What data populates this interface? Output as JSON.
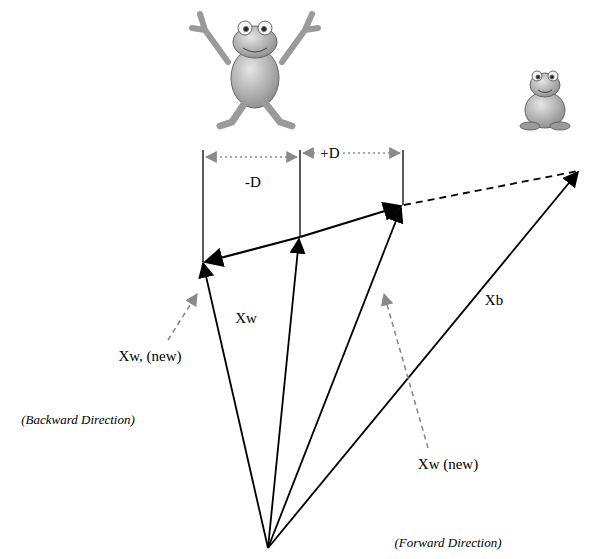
{
  "diagram": {
    "labels": [
      "-D",
      "+D",
      "Xw",
      "Xb",
      "Xw, (new)",
      "Xw (new)",
      "(Backward Direction)",
      "(Forward Direction)"
    ]
  }
}
